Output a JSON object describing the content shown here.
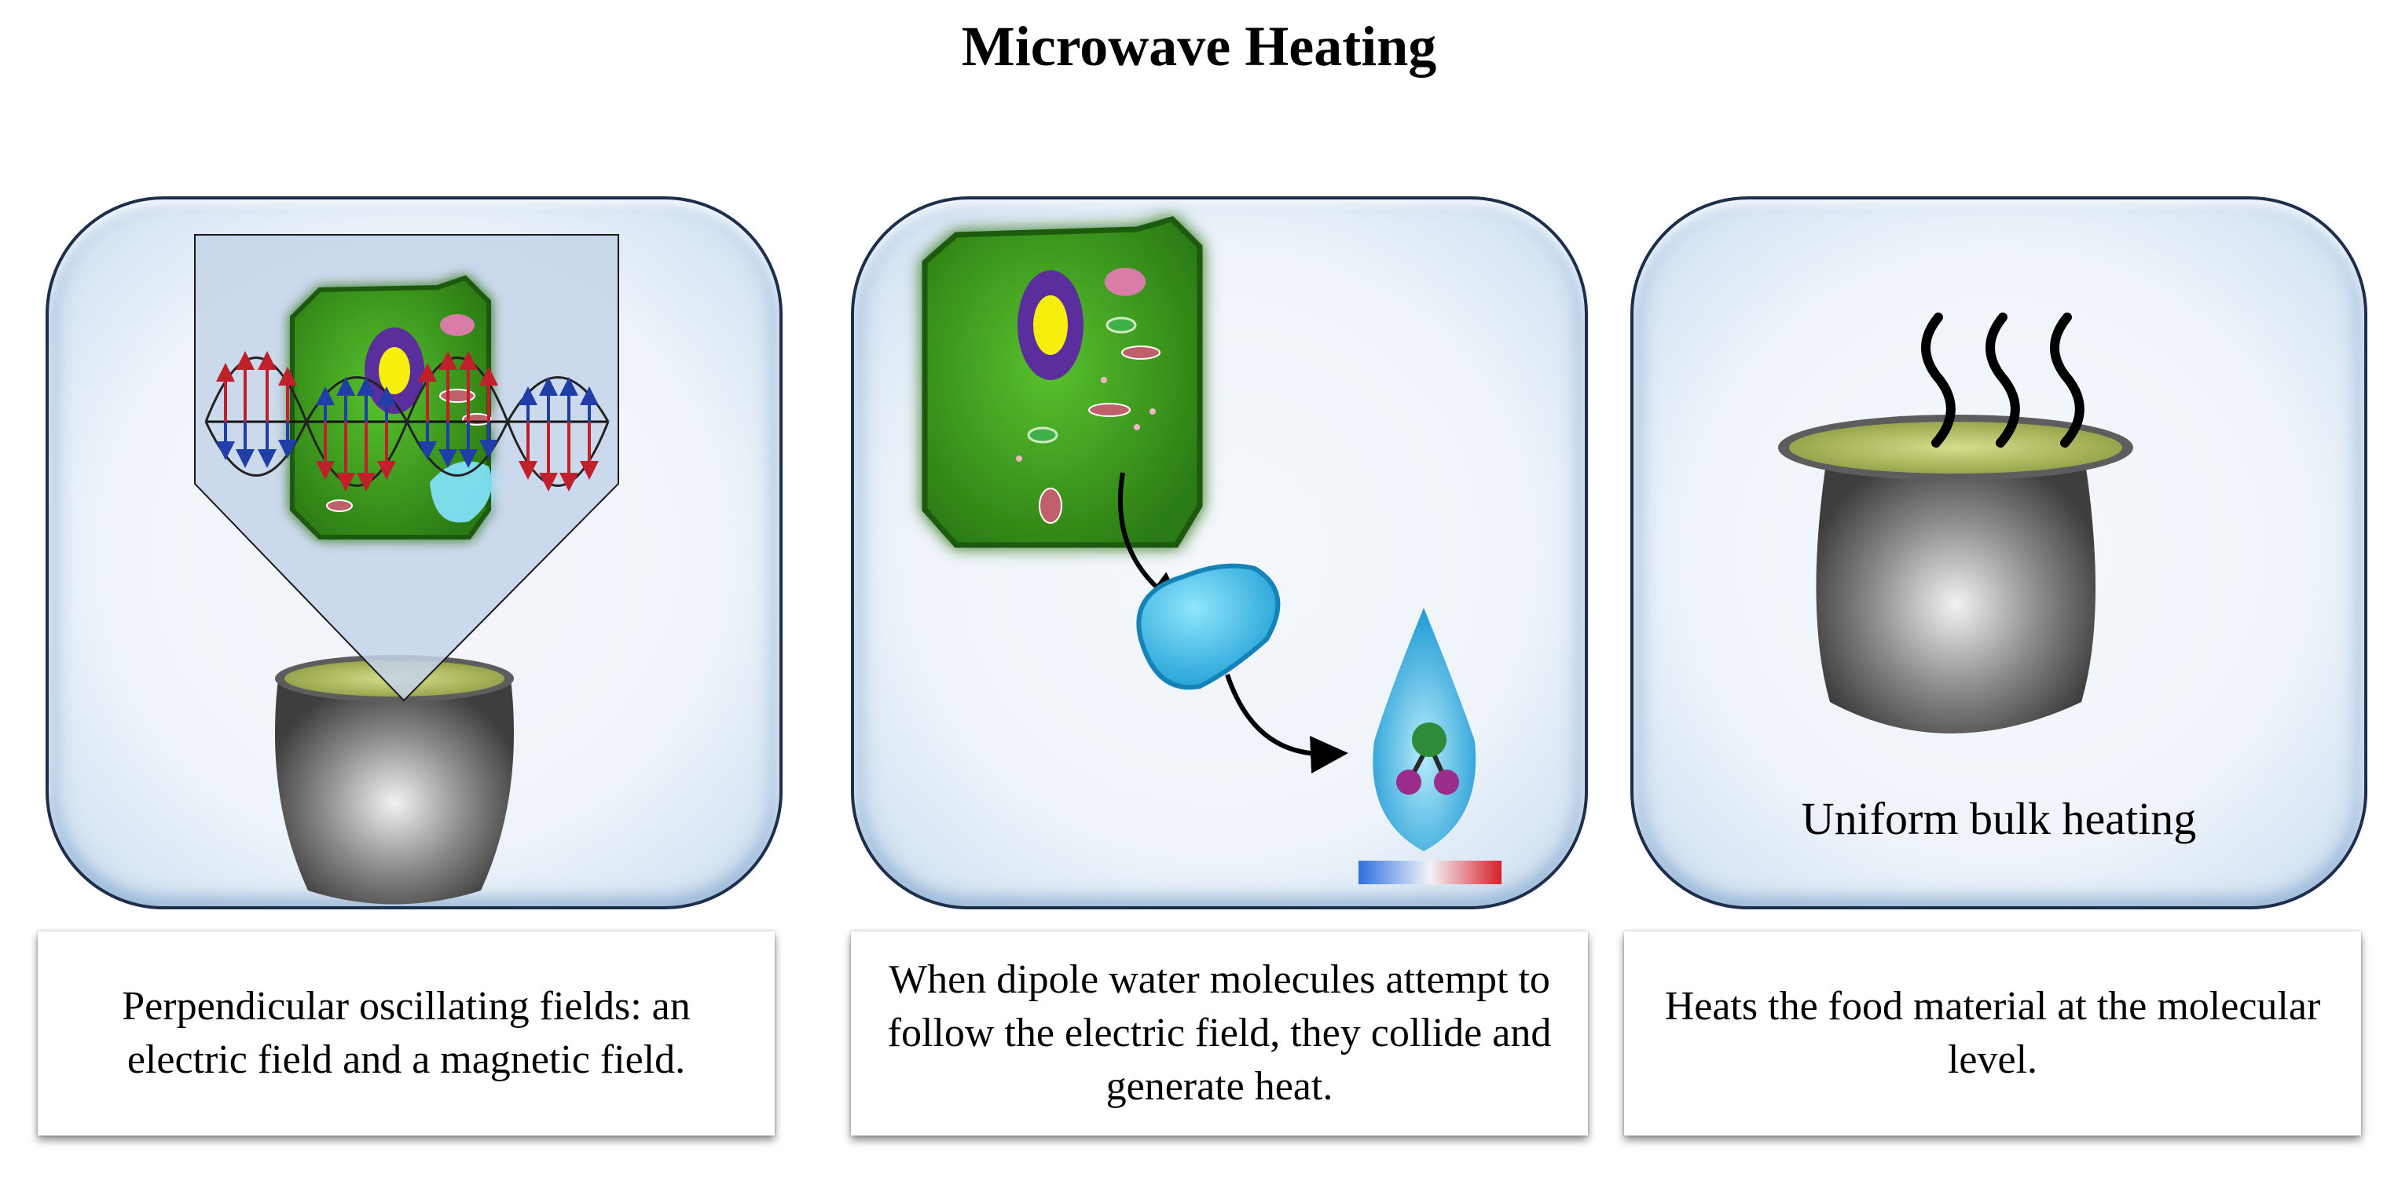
{
  "title": "Microwave Heating",
  "panels": [
    {
      "caption": "Perpendicular oscillating fields: an electric field and a magnetic field."
    },
    {
      "caption": "When dipole water molecules attempt to follow the electric field, they collide and generate heat."
    },
    {
      "caption": "Heats the food material at the molecular level.",
      "label": "Uniform bulk heating"
    }
  ],
  "colors": {
    "panel_border": "#1d2f4d",
    "cell_green": "#3a9c1e",
    "nucleus_purple": "#5a2d9c",
    "nucleus_yellow": "#f6ee10",
    "water_blue": "#2fb6ea",
    "field_red": "#c0202a",
    "field_blue": "#1f3ea8",
    "pot_gray": "#6e6e6e",
    "food_green": "#b7c56a"
  },
  "icons": [
    "plant-cell-icon",
    "pot-icon",
    "water-drop-icon",
    "water-molecule-icon",
    "steam-icon",
    "arrow-icon",
    "temperature-bar-icon",
    "em-wave-icon",
    "vacuole-icon"
  ]
}
